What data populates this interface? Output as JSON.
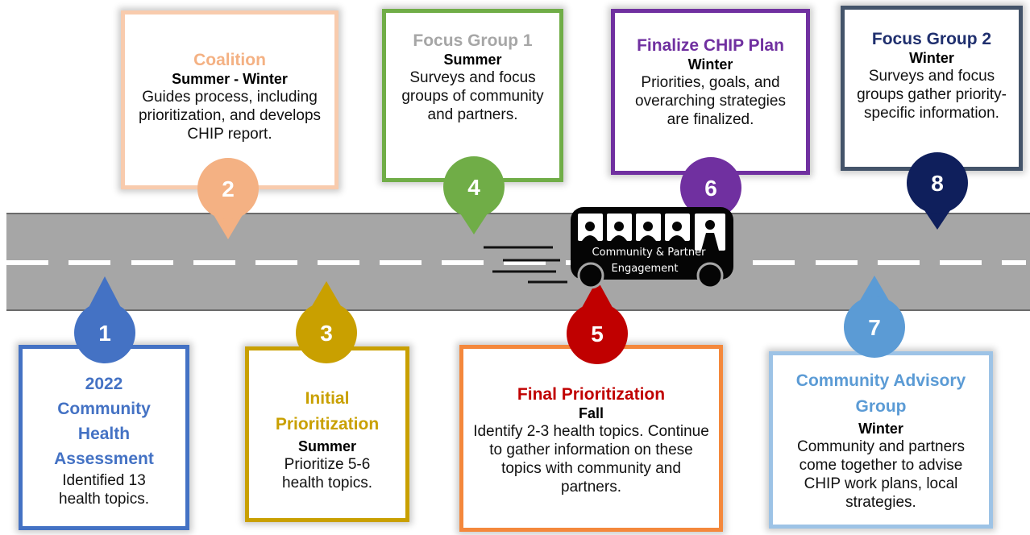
{
  "steps": [
    {
      "number": "1",
      "title": "2022 Community Health Assessment",
      "season": "",
      "description": "Identified 13 health topics.",
      "color": "#4472c4"
    },
    {
      "number": "2",
      "title": "Coalition",
      "season": "Summer - Winter",
      "description": "Guides process, including prioritization, and develops CHIP report.",
      "color": "#f4b183"
    },
    {
      "number": "3",
      "title": "Initial Prioritization",
      "season": "Summer",
      "description": "Prioritize 5-6 health topics.",
      "color": "#c9a000"
    },
    {
      "number": "4",
      "title": "Focus Group 1",
      "season": "Summer",
      "description": "Surveys and focus groups of community and partners.",
      "color": "#70ad47",
      "title_color": "#a6a6a6"
    },
    {
      "number": "5",
      "title": "Final Prioritization",
      "season": "Fall",
      "description": "Identify 2-3 health topics. Continue to gather information on these topics with community and partners.",
      "color": "#c00000",
      "border_color": "#f4883c"
    },
    {
      "number": "6",
      "title": "Finalize CHIP Plan",
      "season": "Winter",
      "description": "Priorities, goals, and overarching strategies are finalized.",
      "color": "#7030a0"
    },
    {
      "number": "7",
      "title": "Community Advisory Group",
      "season": "Winter",
      "description": "Community and partners come together to advise CHIP work plans, local strategies.",
      "color": "#5b9bd5"
    },
    {
      "number": "8",
      "title": "Focus Group 2",
      "season": "Winter",
      "description": "Surveys and focus groups gather priority-specific information.",
      "color": "#0f1f5c",
      "border_color": "#44546a"
    }
  ],
  "bus": {
    "label_line1": "Community & Partner",
    "label_line2": "Engagement"
  }
}
